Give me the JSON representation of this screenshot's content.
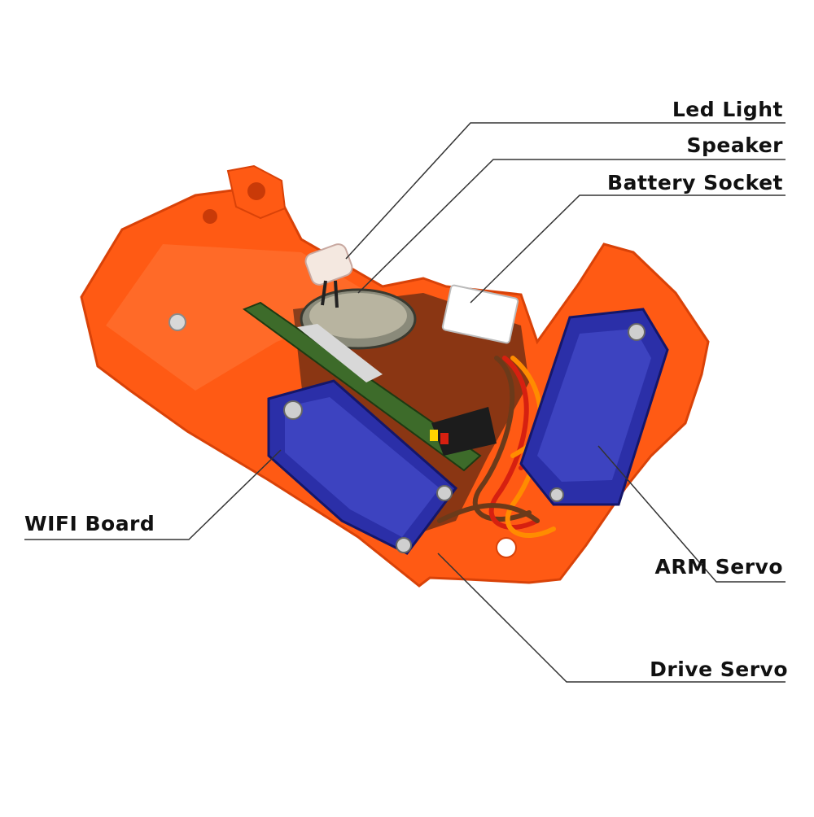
{
  "labels": {
    "led_light": "Led Light",
    "speaker": "Speaker",
    "battery_socket": "Battery Socket",
    "wifi_board": "WIFI Board",
    "arm_servo": "ARM Servo",
    "drive_servo": "Drive Servo"
  },
  "colors": {
    "housing": "#ff5a14",
    "housing_dark": "#e2460a",
    "servo_blue": "#2b2fa8",
    "pcb_green": "#3d6b2a",
    "wire_orange": "#ff8c00",
    "wire_red": "#d62010",
    "wire_brown": "#6b3a1a",
    "line": "#333333"
  }
}
